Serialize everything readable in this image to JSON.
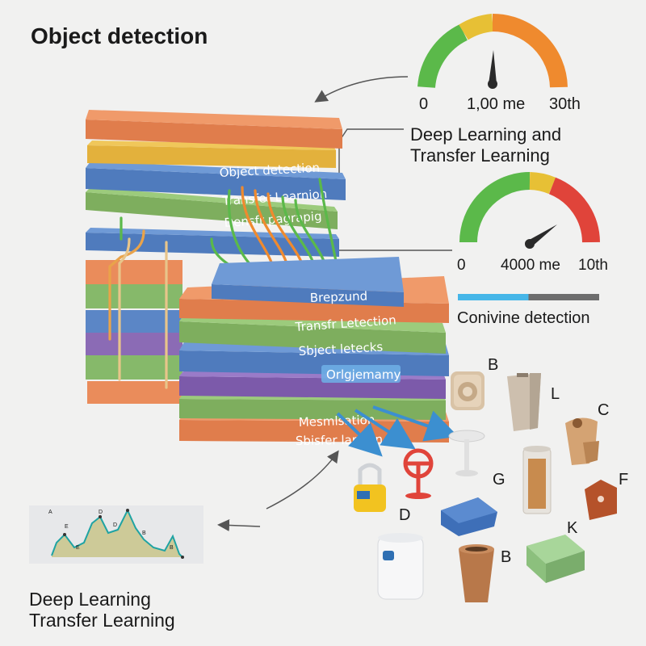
{
  "page": {
    "title": "Object detection",
    "bottom_caption_line1": "Deep Learning",
    "bottom_caption_line2": "Transfer Learning"
  },
  "gauge_top": {
    "label_min": "0",
    "label_mid": "1,00 me",
    "label_max": "30th",
    "caption_line1": "Deep Learning and",
    "caption_line2": "Transfer Learning",
    "colors": [
      "#5bb94a",
      "#e7c035",
      "#ef8a2e"
    ]
  },
  "gauge_mid": {
    "label_min": "0",
    "label_mid": "4000 me",
    "label_max": "10th",
    "colors": [
      "#5bb94a",
      "#e7c035",
      "#e0443a"
    ]
  },
  "progress": {
    "caption": "Conivine detection",
    "fill_color": "#46b6e8",
    "track_color": "#6d6d6d",
    "level": 0.5
  },
  "stack_back": {
    "layer_labels": [
      "Object detection",
      "Transfer Learnion",
      "Densfr pagrapig"
    ]
  },
  "stack_front": {
    "layer_labels": [
      "Brepzund",
      "Transfr Letection",
      "Sbject letecks",
      "Orlgjemamy",
      "Mesmlsation",
      "Sbisfer larnian"
    ]
  },
  "objects": [
    {
      "label": "B",
      "icon": "speaker-box-icon"
    },
    {
      "label": "L",
      "icon": "vase-icon"
    },
    {
      "label": "C",
      "icon": "wood-block-icon"
    },
    {
      "label": "G",
      "icon": "glass-cylinder-icon"
    },
    {
      "label": "F",
      "icon": "tag-block-icon"
    },
    {
      "label": "D",
      "icon": "padlock-icon"
    },
    {
      "label": "K",
      "icon": "green-box-icon"
    },
    {
      "label": "B",
      "icon": "cup-icon"
    }
  ],
  "mini_chart": {
    "point_labels": [
      "A",
      "D",
      "E",
      "D",
      "B",
      "E",
      "B"
    ]
  }
}
